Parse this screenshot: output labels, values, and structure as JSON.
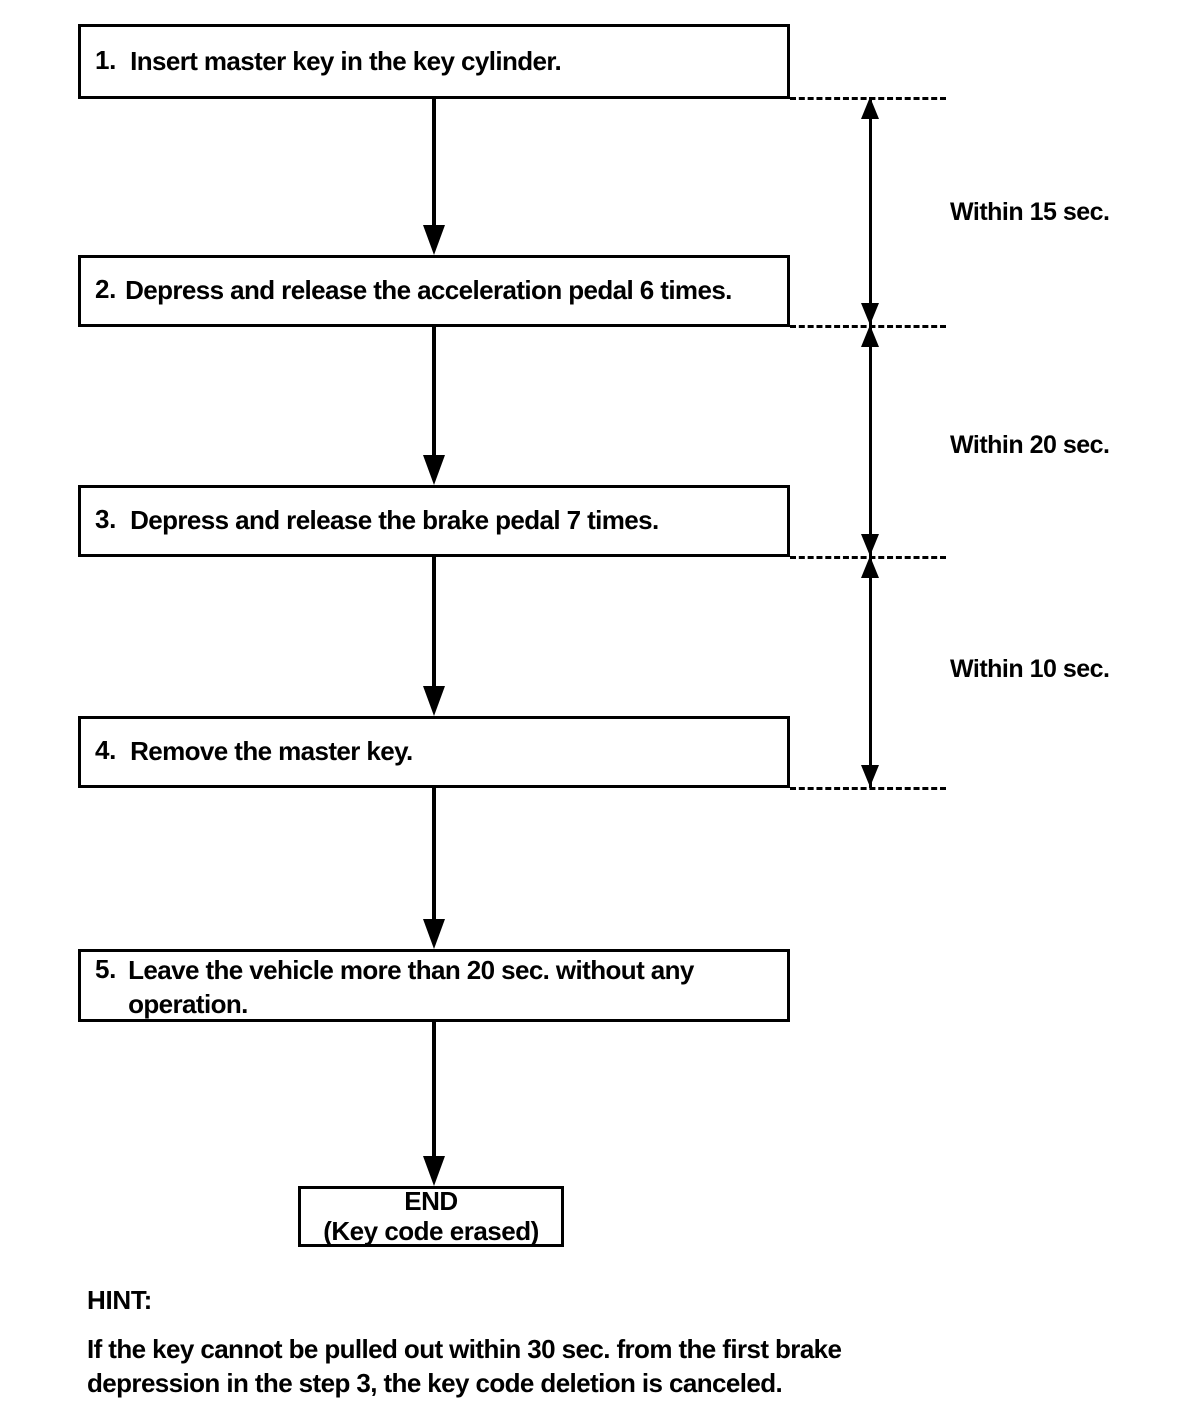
{
  "diagram": {
    "title": "Key code deletion procedure flowchart",
    "steps": [
      {
        "number": "1.",
        "text": "Insert master key in the key cylinder."
      },
      {
        "number": "2.",
        "text": "Depress and release the acceleration pedal 6 times."
      },
      {
        "number": "3.",
        "text": "Depress and release the brake pedal 7 times."
      },
      {
        "number": "4.",
        "text": "Remove the master key."
      },
      {
        "number": "5.",
        "text": "Leave the vehicle more than 20 sec. without any operation."
      }
    ],
    "end_box": {
      "line1": "END",
      "line2": "(Key code erased)"
    },
    "timings": [
      {
        "label": "Within 15 sec.",
        "from_step": "1",
        "to_step": "2"
      },
      {
        "label": "Within 20 sec.",
        "from_step": "2",
        "to_step": "3"
      },
      {
        "label": "Within 10 sec.",
        "from_step": "3",
        "to_step": "4"
      }
    ],
    "hint": {
      "title": "HINT:",
      "line1": "If the key cannot be pulled out within 30 sec. from the first brake",
      "line2": "depression in the step 3, the key code deletion is canceled."
    },
    "colors": {
      "stroke": "#000000",
      "background": "#ffffff"
    }
  }
}
